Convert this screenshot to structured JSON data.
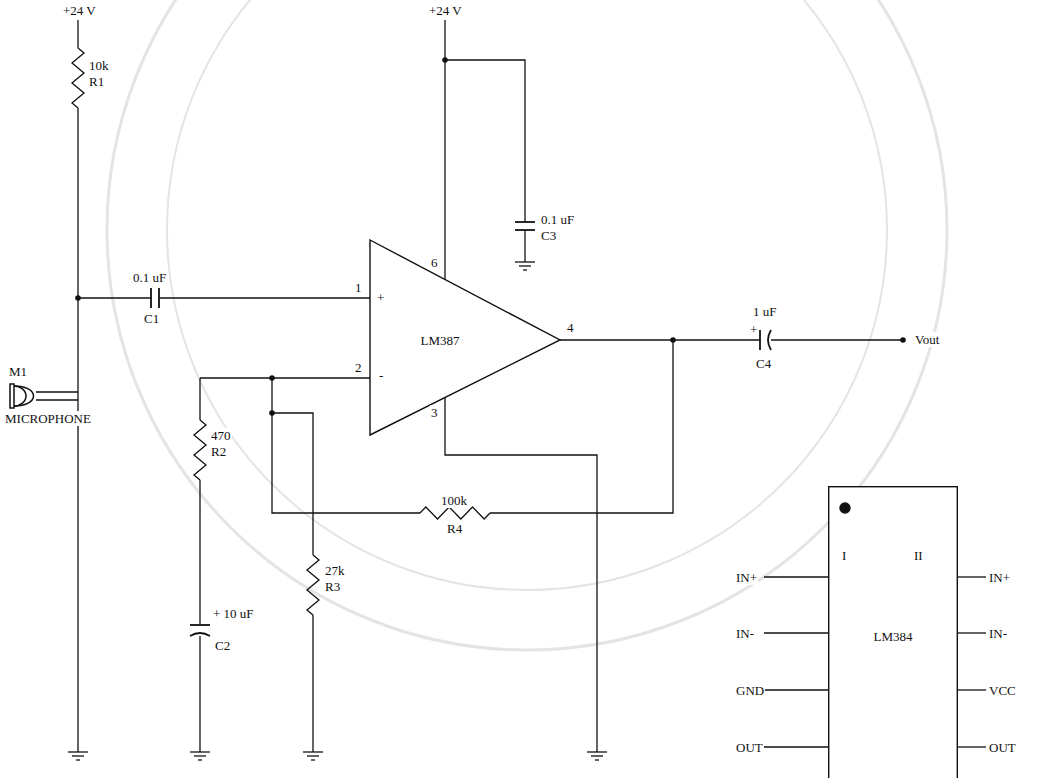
{
  "diagram": {
    "nodes": [
      {
        "text": [
          "LM387"
        ]
      },
      {
        "text": [
          "I",
          "II",
          "LM384"
        ]
      }
    ],
    "labels": [
      "+24 V",
      "10k",
      "R1",
      "0.1 uF",
      "C1",
      "M1",
      "MICROPHONE",
      "470",
      "R2",
      "+ 10 uF",
      "C2",
      "27k",
      "R3",
      "+24 V",
      "0.1 uF",
      "C3",
      "1",
      "+",
      "2",
      "-",
      "6",
      "3",
      "4",
      "100k",
      "R4",
      "1 uF",
      "+",
      "C4",
      "Vout",
      "IN+",
      "IN-",
      "GND",
      "OUT",
      "IN+",
      "IN-",
      "VCC",
      "OUT"
    ]
  }
}
